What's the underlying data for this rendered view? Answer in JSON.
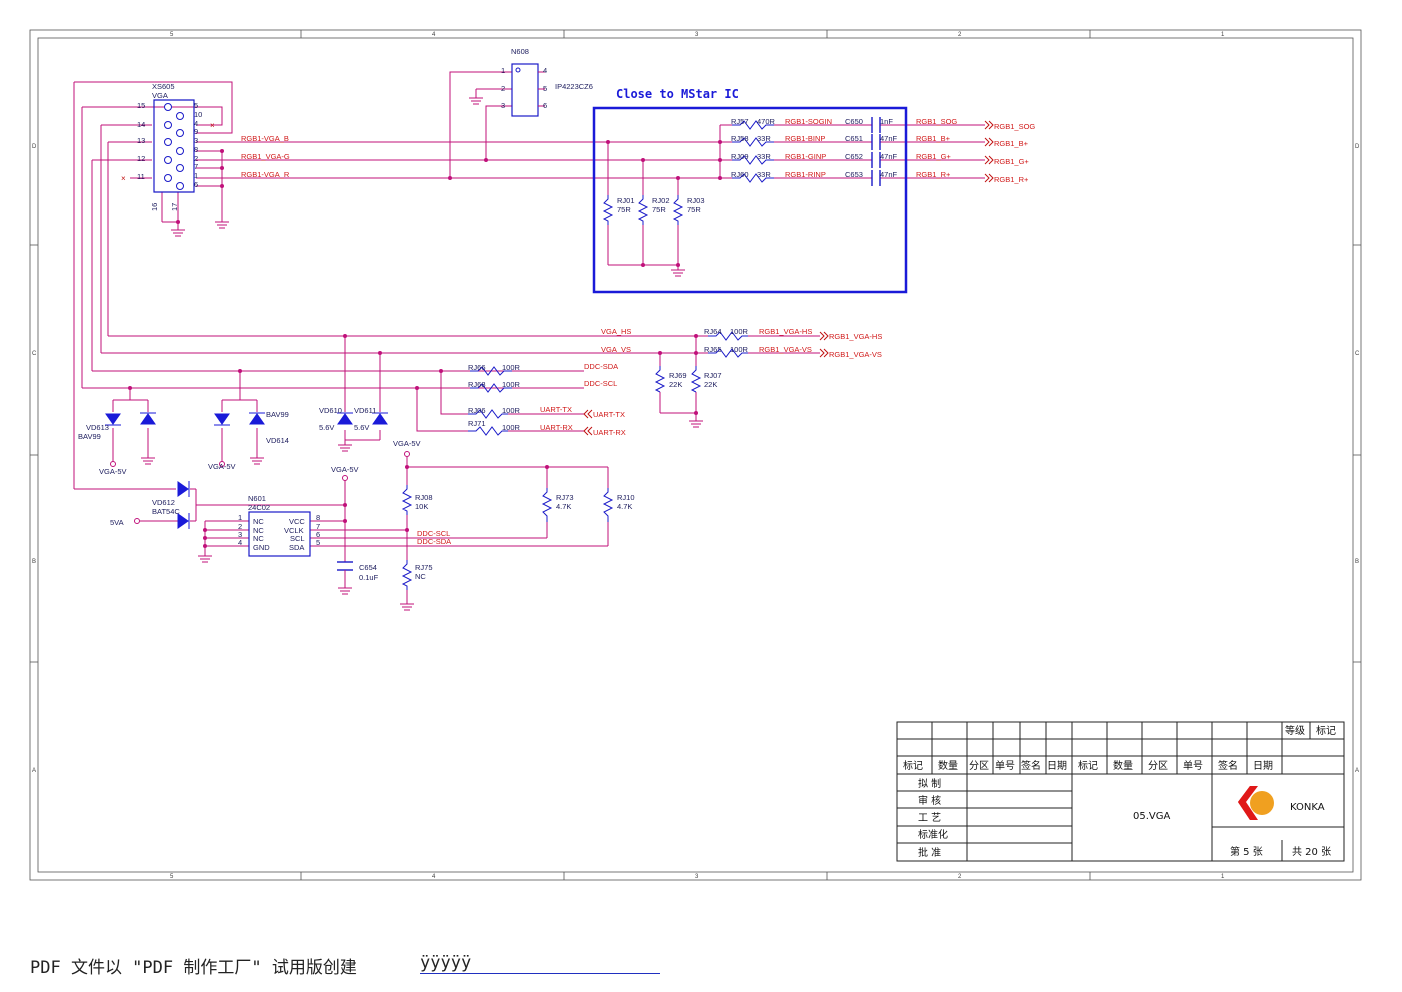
{
  "sheet": {
    "zone_cols": [
      "5",
      "4",
      "3",
      "2",
      "1"
    ],
    "zone_rows": [
      "D",
      "C",
      "B",
      "A"
    ]
  },
  "title_note": "Close to MStar IC",
  "components": {
    "vga_connector": {
      "ref": "XS605",
      "name": "VGA",
      "pins_left": [
        "15",
        "14",
        "13",
        "12",
        "11"
      ],
      "pins_right": [
        "5",
        "10",
        "4",
        "9",
        "3",
        "8",
        "2",
        "7",
        "1",
        "6"
      ],
      "pins_bottom": [
        "16",
        "17"
      ]
    },
    "n608": {
      "ref": "N608",
      "part": "IP4223CZ6",
      "pins": [
        "1",
        "2",
        "3",
        "4",
        "5",
        "6"
      ]
    },
    "n601": {
      "ref": "N601",
      "part": "24C02",
      "pins_left": [
        "NC",
        "NC",
        "NC",
        "GND"
      ],
      "pins_right": [
        "VCC",
        "VCLK",
        "SCL",
        "SDA"
      ],
      "pin_nums_left": [
        "1",
        "2",
        "3",
        "4"
      ],
      "pin_nums_right": [
        "8",
        "7",
        "6",
        "5"
      ]
    },
    "rj57": {
      "ref": "RJ57",
      "value": "470R"
    },
    "rj58": {
      "ref": "RJ58",
      "value": "33R"
    },
    "rj09": {
      "ref": "RJ09",
      "value": "33R"
    },
    "rj60": {
      "ref": "RJ60",
      "value": "33R"
    },
    "c650": {
      "ref": "C650",
      "value": "1nF"
    },
    "c651": {
      "ref": "C651",
      "value": "47nF"
    },
    "c652": {
      "ref": "C652",
      "value": "47nF"
    },
    "c653": {
      "ref": "C653",
      "value": "47nF"
    },
    "rj01": {
      "ref": "RJ01",
      "value": "75R"
    },
    "rj02": {
      "ref": "RJ02",
      "value": "75R"
    },
    "rj03": {
      "ref": "RJ03",
      "value": "75R"
    },
    "rj64": {
      "ref": "RJ64",
      "value": "100R"
    },
    "rj65": {
      "ref": "RJ65",
      "value": "100R"
    },
    "rj66": {
      "ref": "RJ66",
      "value": "100R"
    },
    "rj68": {
      "ref": "RJ68",
      "value": "100R"
    },
    "rj06": {
      "ref": "RJ06",
      "value": "100R"
    },
    "rj71": {
      "ref": "RJ71",
      "value": "100R"
    },
    "rj69": {
      "ref": "RJ69",
      "value": "22K"
    },
    "rj07": {
      "ref": "RJ07",
      "value": "22K"
    },
    "rj08": {
      "ref": "RJ08",
      "value": "10K"
    },
    "rj73": {
      "ref": "RJ73",
      "value": "4.7K"
    },
    "rj10": {
      "ref": "RJ10",
      "value": "4.7K"
    },
    "rj75": {
      "ref": "RJ75",
      "value": "NC"
    },
    "c654": {
      "ref": "C654",
      "value": "0.1uF"
    },
    "vd613": {
      "ref": "VD613",
      "part": "BAV99"
    },
    "vd614": {
      "ref": "VD614",
      "part": "BAV99"
    },
    "vd610": {
      "ref": "VD610",
      "value": "5.6V"
    },
    "vd611": {
      "ref": "VD611",
      "value": "5.6V"
    },
    "vd612": {
      "ref": "VD612",
      "part": "BAT54C"
    }
  },
  "nets": {
    "vga_b": "RGB1-VGA_B",
    "vga_g": "RGB1_VGA-G",
    "vga_r": "RGB1-VGA_R",
    "sogin": "RGB1-SOGIN",
    "binp": "RGB1-BINP",
    "ginp": "RGB1-GINP",
    "rinp": "RGB1-RINP",
    "sog": "RGB1_SOG",
    "bplus": "RGB1_B+",
    "gplus": "RGB1_G+",
    "rplus": "RGB1_R+",
    "vga_hs": "VGA_HS",
    "vga_vs": "VGA_VS",
    "hs_mid": "RGB1_VGA-HS",
    "vs_mid": "RGB1_VGA-VS",
    "hs_out": "RGB1_VGA-HS",
    "vs_out": "RGB1_VGA-VS",
    "ddc_sda": "DDC-SDA",
    "ddc_scl": "DDC-SCL",
    "ddc_scl2": "DDC-SCL",
    "ddc_sda2": "DDC-SDA",
    "uart_tx": "UART-TX",
    "uart_rx": "UART-RX",
    "uart_tx_port": "UART-TX",
    "uart_rx_port": "UART-RX",
    "vga5v": "VGA-5V",
    "five_va": "5VA"
  },
  "title_block": {
    "grade": "等级",
    "mark": "标记",
    "headers": [
      "标记",
      "数量",
      "分区",
      "单号",
      "签名",
      "日期",
      "标记",
      "数量",
      "分区",
      "单号",
      "签名",
      "日期"
    ],
    "roles": [
      "拟 制",
      "审 核",
      "工 艺",
      "标准化",
      "批 准"
    ],
    "drawing_name": "05.VGA",
    "company": "KONKA",
    "sheet_no": "第 5 张",
    "sheet_total": "共 20 张"
  },
  "footer": {
    "text": "PDF 文件以 \"PDF 制作工厂\" 试用版创建",
    "link": "ÿÿÿÿÿ"
  }
}
